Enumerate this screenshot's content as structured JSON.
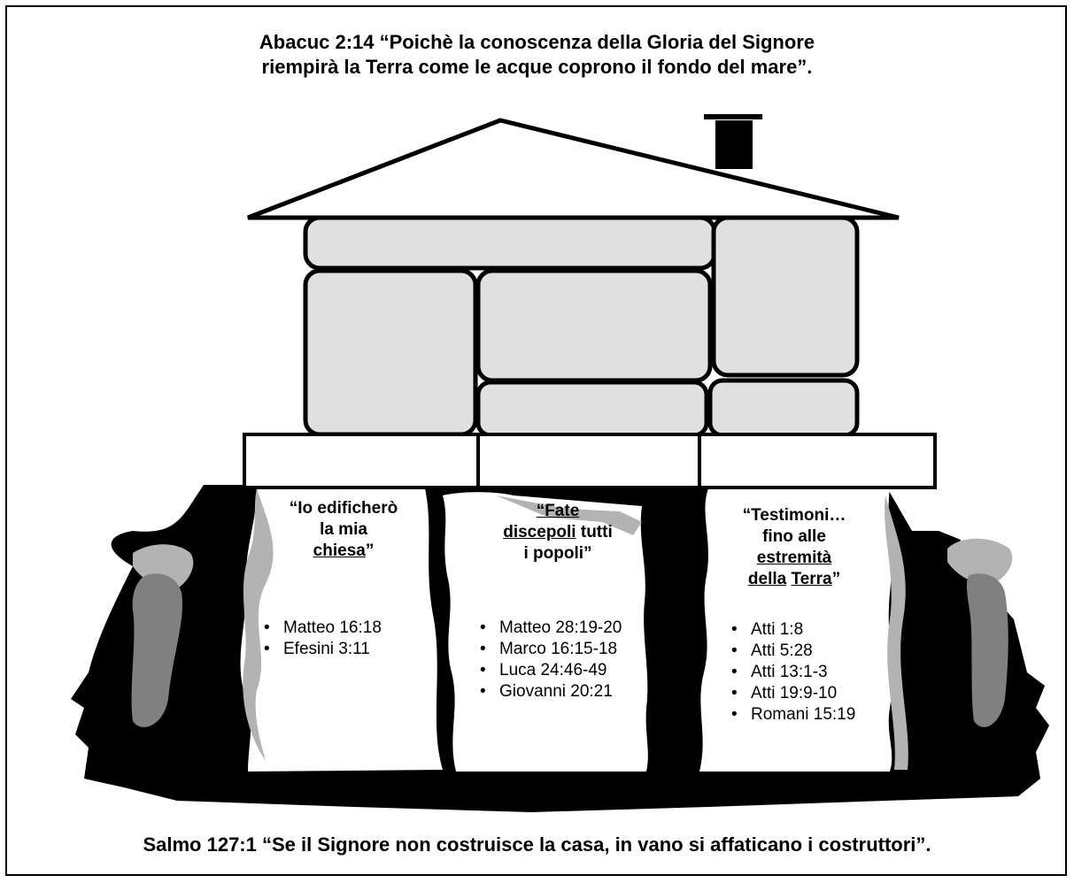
{
  "header": {
    "line1": "Abacuc 2:14 “Poichè la conoscenza della Gloria del Signore",
    "line2": "riempirà la Terra come le acque coprono il fondo del mare”."
  },
  "footer": {
    "text": "Salmo 127:1 “Se il Signore non costruisce la casa, in vano si affaticano i costruttori”."
  },
  "pillars": [
    {
      "quote": {
        "l1": "“Io edificherò",
        "l2": "la mia",
        "l3_u": "chiesa",
        "l3_end": "”"
      },
      "refs": [
        "Matteo 16:18",
        "Efesini 3:11"
      ]
    },
    {
      "quote": {
        "l1_u": "“Fate",
        "l2_u": "discepoli",
        "l2_end": " tutti",
        "l3": "i popoli”"
      },
      "refs": [
        "Matteo 28:19-20",
        "Marco 16:15-18",
        "Luca 24:46-49",
        "Giovanni 20:21"
      ]
    },
    {
      "quote": {
        "l1": "“Testimoni…",
        "l2": "fino alle",
        "l3_u": "estremità",
        "l4_u1": "della",
        "l4_u2": "Terra",
        "l4_end": "”"
      },
      "refs": [
        "Atti 1:8",
        "Atti 5:28",
        "Atti 13:1-3",
        "Atti 19:9-10",
        "Romani 15:19"
      ]
    }
  ],
  "colors": {
    "rock": "#000000",
    "stone": "#e0e0e0",
    "shade_light": "#b3b3b3",
    "shade_dark": "#808080"
  }
}
